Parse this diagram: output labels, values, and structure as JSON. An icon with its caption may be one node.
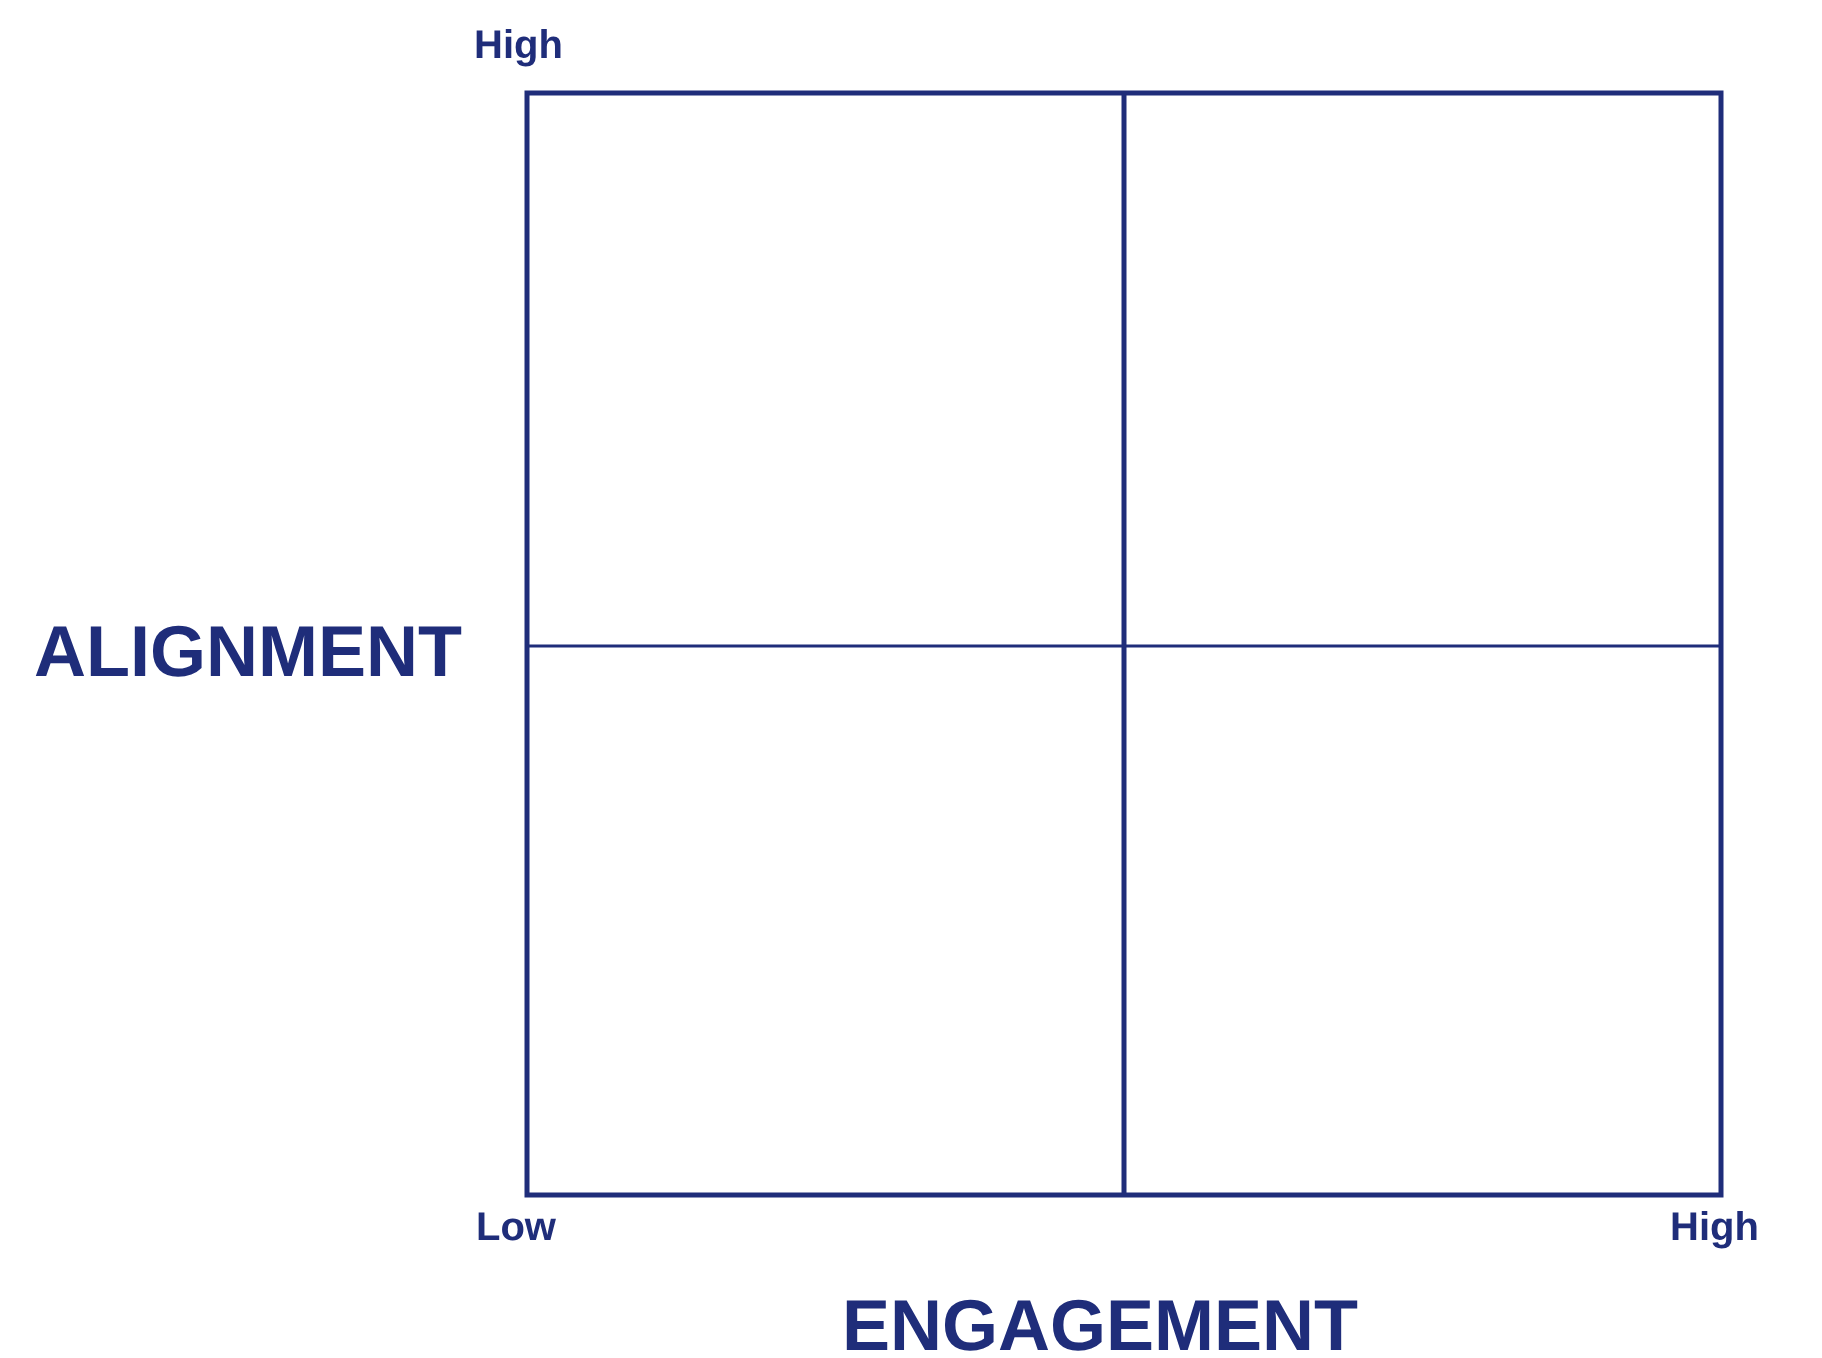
{
  "diagram": {
    "labels": [
      "High",
      "ALIGNMENT",
      "Low",
      "High",
      "ENGAGEMENT"
    ]
  }
}
